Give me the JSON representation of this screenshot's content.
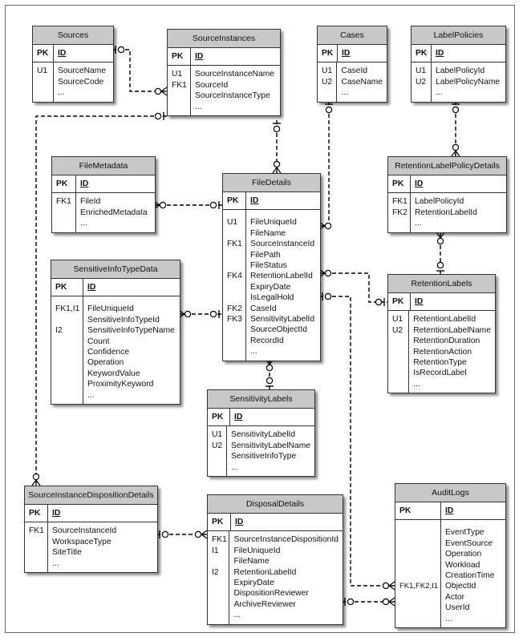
{
  "entities": [
    {
      "id": "sources",
      "name": "Sources",
      "pk": "ID",
      "keys": "U1",
      "fields": "SourceName\nSourceCode\n..."
    },
    {
      "id": "sourceinstances",
      "name": "SourceInstances",
      "pk": "ID",
      "keys": "U1\nFK1",
      "fields": "SourceInstanceName\nSourceId\nSourceInstanceType\n..."
    },
    {
      "id": "cases",
      "name": "Cases",
      "pk": "ID",
      "keys": "U1\nU2",
      "fields": "CaseId\nCaseName\n..."
    },
    {
      "id": "labelpolicies",
      "name": "LabelPolicies",
      "pk": "ID",
      "keys": "U1\nU2",
      "fields": "LabelPolicyId\nLabelPolicyName\n..."
    },
    {
      "id": "filemetadata",
      "name": "FileMetadata",
      "pk": "ID",
      "keys": "FK1",
      "fields": "FileId\nEnrichedMetadata\n..."
    },
    {
      "id": "filedetails",
      "name": "FileDetails",
      "pk": "ID",
      "keys": "U1\n\nFK1\n\n\nFK4\n\n\nFK2\nFK3",
      "fields": "FileUniqueId\nFileName\nSourceInstanceId\nFilePath\nFileStatus\nRetentionLabelId\nExpiryDate\nIsLegalHold\nCaseId\nSensitivityLabelId\nSourceObjectId\nRecordId\n..."
    },
    {
      "id": "retentionlabelpolicydetails",
      "name": "RetentionLabelPolicyDetails",
      "pk": "ID",
      "keys": "FK1\nFK2",
      "fields": "LabelPolicyId\nRetentionLabelId\n..."
    },
    {
      "id": "sensitiveinfotypedata",
      "name": "SensitiveInfoTypeData",
      "pk": "ID",
      "keys": "FK1,I1\n\nI2",
      "fields": "FileUniqueId\nSensitiveInfoTypeId\nSensitiveInfoTypeName\nCount\nConfidence\nOperation\nKeywordValue\nProximityKeyword\n..."
    },
    {
      "id": "retentionlabels",
      "name": "RetentionLabels",
      "pk": "ID",
      "keys": "U1\nU2",
      "fields": "RetentionLabelId\nRetentionLabelName\nRetentionDuration\nRetentionAction\nRetentionType\nIsRecordLabel\n..."
    },
    {
      "id": "sensitivitylabels",
      "name": "SensitivityLabels",
      "pk": "ID",
      "keys": "U1\nU2",
      "fields": "SensitivityLabelId\nSensitivityLabelName\nSensitiveInfoType\n..."
    },
    {
      "id": "sourceinstancedispositiondetails",
      "name": "SourceInstanceDispositionDetails",
      "pk": "ID",
      "keys": "FK1",
      "fields": "SourceInstanceId\nWorkspaceType\nSiteTitle\n..."
    },
    {
      "id": "disposaldetails",
      "name": "DisposalDetails",
      "pk": "ID",
      "keys": "FK1\nI1\n\nI2",
      "fields": "SourceInstanceDispositionId\nFileUniqueId\nFileName\nRetentionLabelId\nExpiryDate\nDispositionReviewer\nArchiveReviewer\n..."
    },
    {
      "id": "auditlogs",
      "name": "AuditLogs",
      "pk": "ID",
      "keys": "\n\n\n\n\nFK1,FK2,I1",
      "fields": "EventType\nEventSource\nOperation\nWorkload\nCreationTime\nObjectId\nActor\nUserId\n..."
    }
  ]
}
